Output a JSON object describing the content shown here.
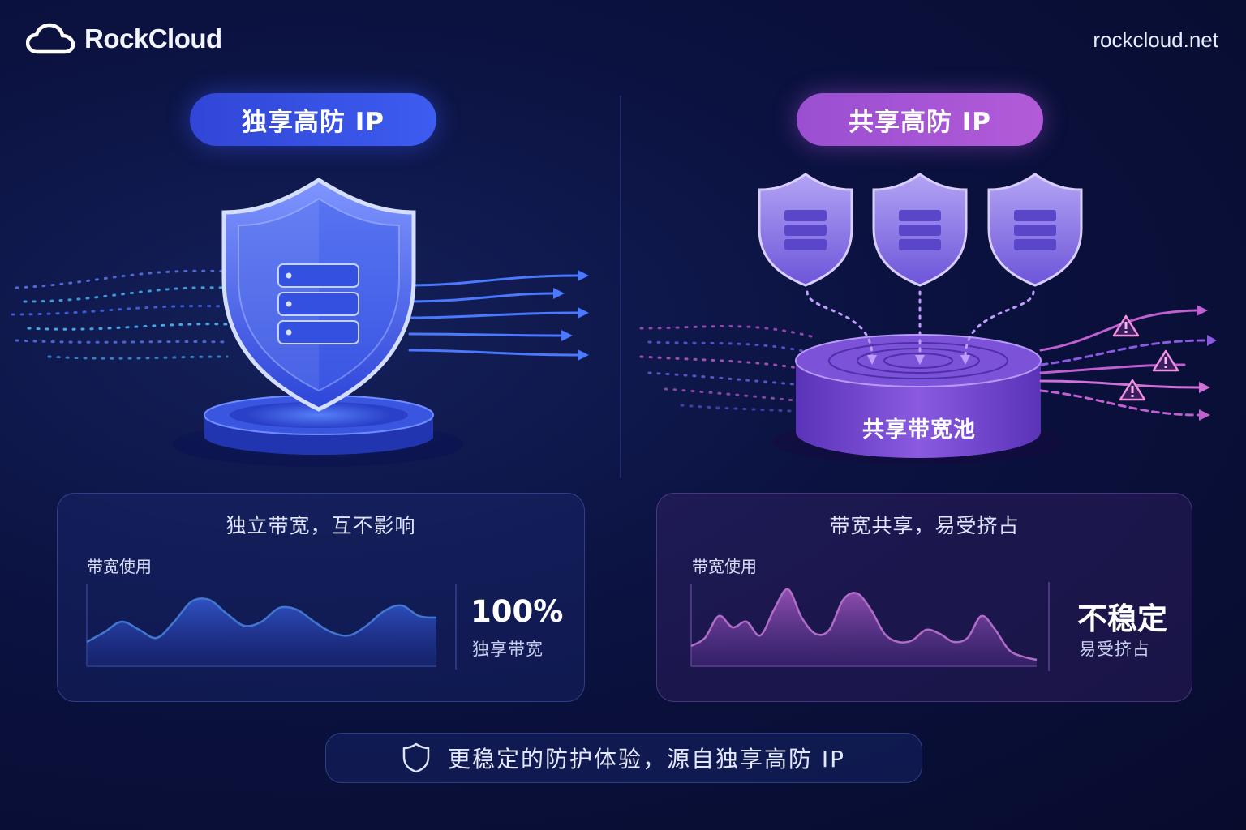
{
  "brand": {
    "name": "RockCloud",
    "icon": "cloud-icon"
  },
  "site_url": "rockcloud.net",
  "left_panel": {
    "title": "独享高防 IP",
    "card": {
      "title": "独立带宽，互不影响",
      "chart_label": "带宽使用",
      "value": "100%",
      "value_caption": "独享带宽"
    },
    "color": "#3d5cf0"
  },
  "right_panel": {
    "title": "共享高防 IP",
    "pool_label": "共享带宽池",
    "card": {
      "title": "带宽共享，易受挤占",
      "chart_label": "带宽使用",
      "value": "不稳定",
      "value_caption": "易受挤占"
    },
    "color": "#b25bd8"
  },
  "footer": {
    "text": "更稳定的防护体验，源自独享高防 IP",
    "icon": "shield-outline-icon"
  },
  "chart_data": [
    {
      "type": "area",
      "x": [
        0,
        1,
        2,
        3,
        4,
        5,
        6,
        7,
        8,
        9,
        10,
        11,
        12,
        13,
        14,
        15,
        16,
        17,
        18,
        19,
        20
      ],
      "values": [
        30,
        42,
        55,
        45,
        35,
        55,
        80,
        82,
        65,
        50,
        55,
        72,
        70,
        55,
        42,
        38,
        50,
        68,
        75,
        62,
        60
      ],
      "ylim": [
        0,
        100
      ]
    },
    {
      "type": "area",
      "x": [
        0,
        1,
        2,
        3,
        4,
        5,
        6,
        7,
        8,
        9,
        10,
        11,
        12,
        13,
        14,
        15,
        16,
        17,
        18,
        19,
        20,
        21,
        22,
        23,
        24,
        25
      ],
      "values": [
        25,
        35,
        62,
        48,
        55,
        38,
        70,
        95,
        60,
        40,
        45,
        82,
        90,
        70,
        40,
        30,
        32,
        45,
        40,
        30,
        35,
        62,
        45,
        20,
        12,
        8
      ],
      "ylim": [
        0,
        100
      ]
    }
  ]
}
